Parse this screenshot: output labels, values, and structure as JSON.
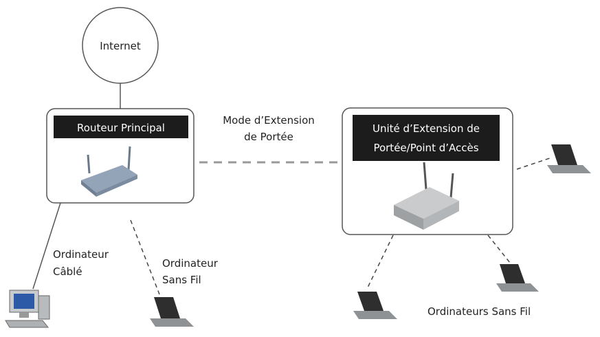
{
  "diagram": {
    "internet": {
      "label": "Internet"
    },
    "main_router": {
      "label": "Routeur Principal"
    },
    "range_mode": {
      "line1": "Mode d’Extension",
      "line2": "de Portée"
    },
    "extender": {
      "line1": "Unité d’Extension de",
      "line2": "Portée/Point d’Accès"
    },
    "wired_pc": {
      "line1": "Ordinateur",
      "line2": "Câblé"
    },
    "wireless_pc": {
      "line1": "Ordinateur",
      "line2": "Sans Fil"
    },
    "wireless_pcs": {
      "label": "Ordinateurs Sans Fil"
    },
    "colors": {
      "label_bg": "#1c1c1c",
      "box_border": "#555555",
      "line": "#999999",
      "device": "#8a9bb0"
    }
  }
}
